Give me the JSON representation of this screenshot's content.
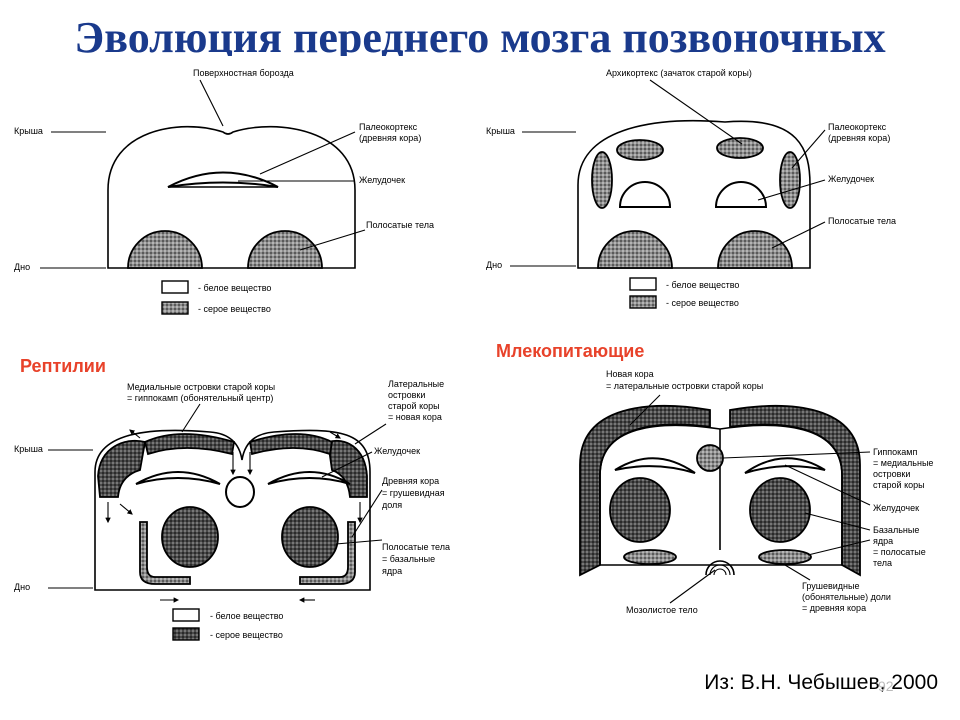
{
  "title": "Эволюция переднего мозга позвоночных",
  "groups": {
    "reptiles": "Рептилии",
    "mammals": "Млекопитающие"
  },
  "source": "Из: В.Н. Чебышев, 2000",
  "page_number": "92",
  "panel1": {
    "surface_sulcus": "Поверхностная борозда",
    "roof": "Крыша",
    "floor": "Дно",
    "paleocortex_1": "Палеокортекс",
    "paleocortex_2": "(древняя кора)",
    "ventricle": "Желудочек",
    "striatum": "Полосатые тела"
  },
  "panel2": {
    "archicortex": "Архикортекс (зачаток старой коры)",
    "roof": "Крыша",
    "floor": "Дно",
    "paleocortex_1": "Палеокортекс",
    "paleocortex_2": "(древняя кора)",
    "ventricle": "Желудочек",
    "striatum": "Полосатые тела"
  },
  "panel3": {
    "medial_1": "Медиальные островки старой коры",
    "medial_2": "= гиппокамп (обонятельный центр)",
    "lateral_1": "Латеральные",
    "lateral_2": "островки",
    "lateral_3": "старой коры",
    "lateral_4": "= новая кора",
    "roof": "Крыша",
    "floor": "Дно",
    "ventricle": "Желудочек",
    "old_cortex_1": "Древняя кора",
    "old_cortex_2": "= грушевидная",
    "old_cortex_3": "доля",
    "striatum_1": "Полосатые тела",
    "striatum_2": "= базальные",
    "striatum_3": "ядра"
  },
  "panel4": {
    "neocortex_1": "Новая кора",
    "neocortex_2": "= латеральные островки старой коры",
    "hippocampus_1": "Гиппокамп",
    "hippocampus_2": "= медиальные",
    "hippocampus_3": "островки",
    "hippocampus_4": "старой коры",
    "ventricle": "Желудочек",
    "basal_1": "Базальные",
    "basal_2": "ядра",
    "basal_3": "= полосатые",
    "basal_4": "тела",
    "corpus_callosum": "Мозолистое тело",
    "piriform_1": "Грушевидные",
    "piriform_2": "(обонятельные) доли",
    "piriform_3": "= древняя кора"
  },
  "legend": {
    "white_matter": "- белое вещество",
    "gray_matter": "- серое вещество"
  }
}
